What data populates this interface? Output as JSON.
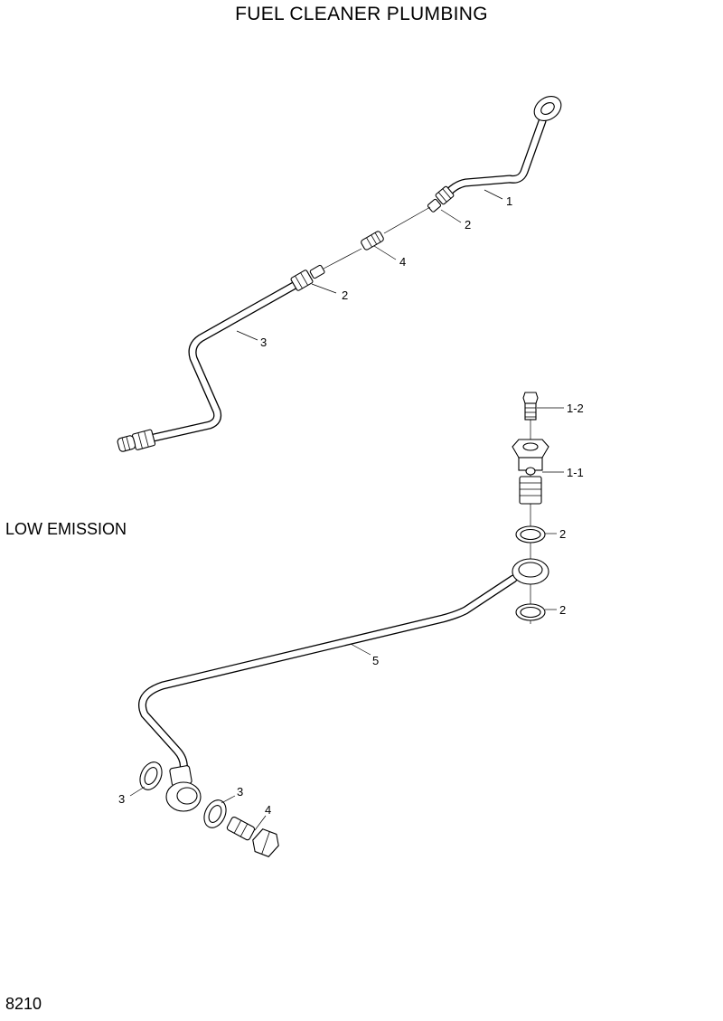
{
  "header": {
    "title": "FUEL CLEANER PLUMBING"
  },
  "sections": {
    "low_emission_label": "LOW EMISSION"
  },
  "footer": {
    "page_code": "8210"
  },
  "callouts": {
    "upper": {
      "pipe_1": "1",
      "ring_2a": "2",
      "nipple_4": "4",
      "ring_2b": "2",
      "pipe_3": "3"
    },
    "lower": {
      "bolt_1_2": "1-2",
      "bolt_1_1": "1-1",
      "washer_2a": "2",
      "washer_2b": "2",
      "pipe_5": "5",
      "washer_3a": "3",
      "washer_3b": "3",
      "bolt_4": "4"
    }
  }
}
